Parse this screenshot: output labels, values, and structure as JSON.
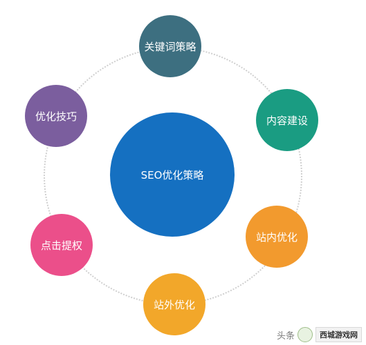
{
  "diagram": {
    "center": {
      "label": "SEO优化策略",
      "color": "#1570c1"
    },
    "nodes": [
      {
        "label": "关键词策略",
        "color": "#3d6f80"
      },
      {
        "label": "内容建设",
        "color": "#1a9c82"
      },
      {
        "label": "站内优化",
        "color": "#f29a2e"
      },
      {
        "label": "站外优化",
        "color": "#f2a72a"
      },
      {
        "label": "点击提权",
        "color": "#eb4f8a"
      },
      {
        "label": "优化技巧",
        "color": "#7b5e9e"
      }
    ]
  },
  "watermark": {
    "source_text": "头条",
    "site_text": "西城游戏网"
  }
}
